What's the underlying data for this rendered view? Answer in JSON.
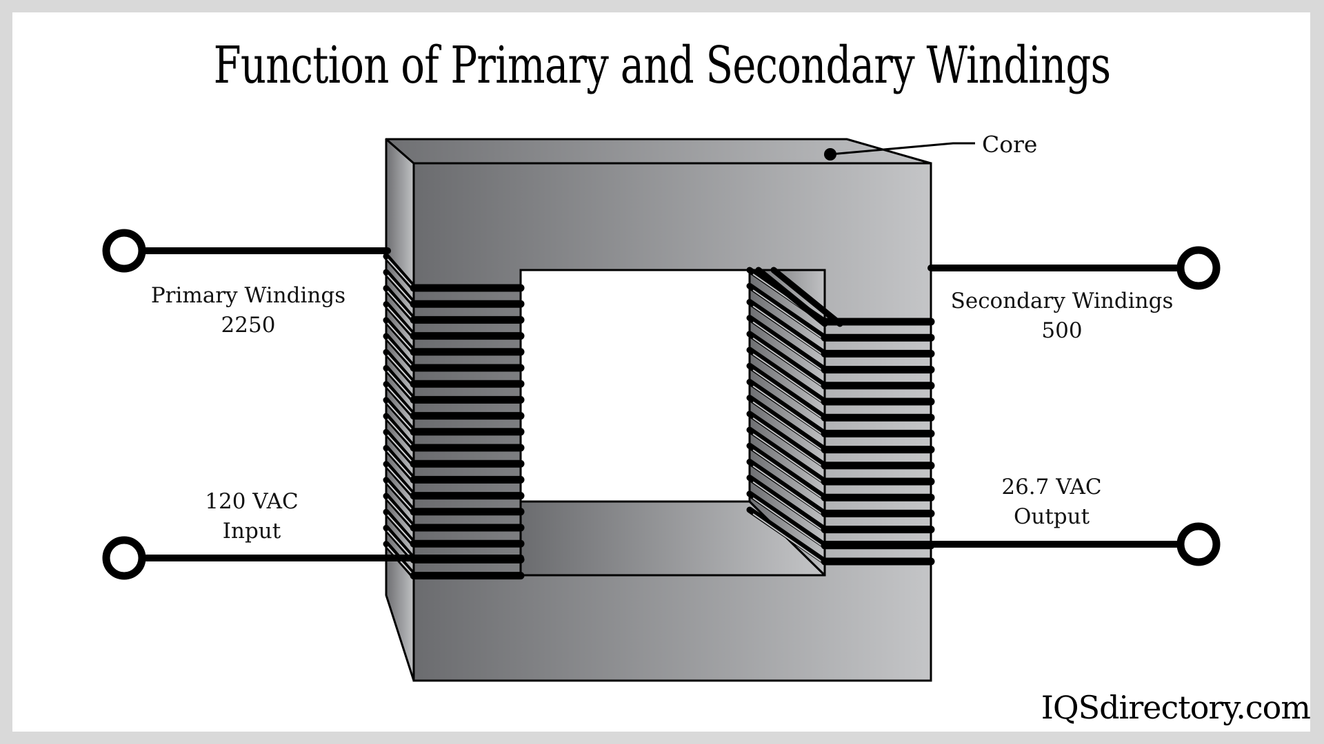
{
  "title": "Function of Primary and Secondary Windings",
  "labels": {
    "core": "Core",
    "primary_windings": "Primary Windings",
    "primary_turns": "2250",
    "input_voltage": "120 VAC",
    "input_label": "Input",
    "secondary_windings": "Secondary Windings",
    "secondary_turns": "500",
    "output_voltage": "26.7 VAC",
    "output_label": "Output"
  },
  "brand": "IQSdirectory.com",
  "colors": {
    "frame": "#d9d9d9",
    "background": "#ffffff",
    "core_dark": "#6b6c6f",
    "core_light": "#c4c5c7",
    "wire": "#000000"
  }
}
